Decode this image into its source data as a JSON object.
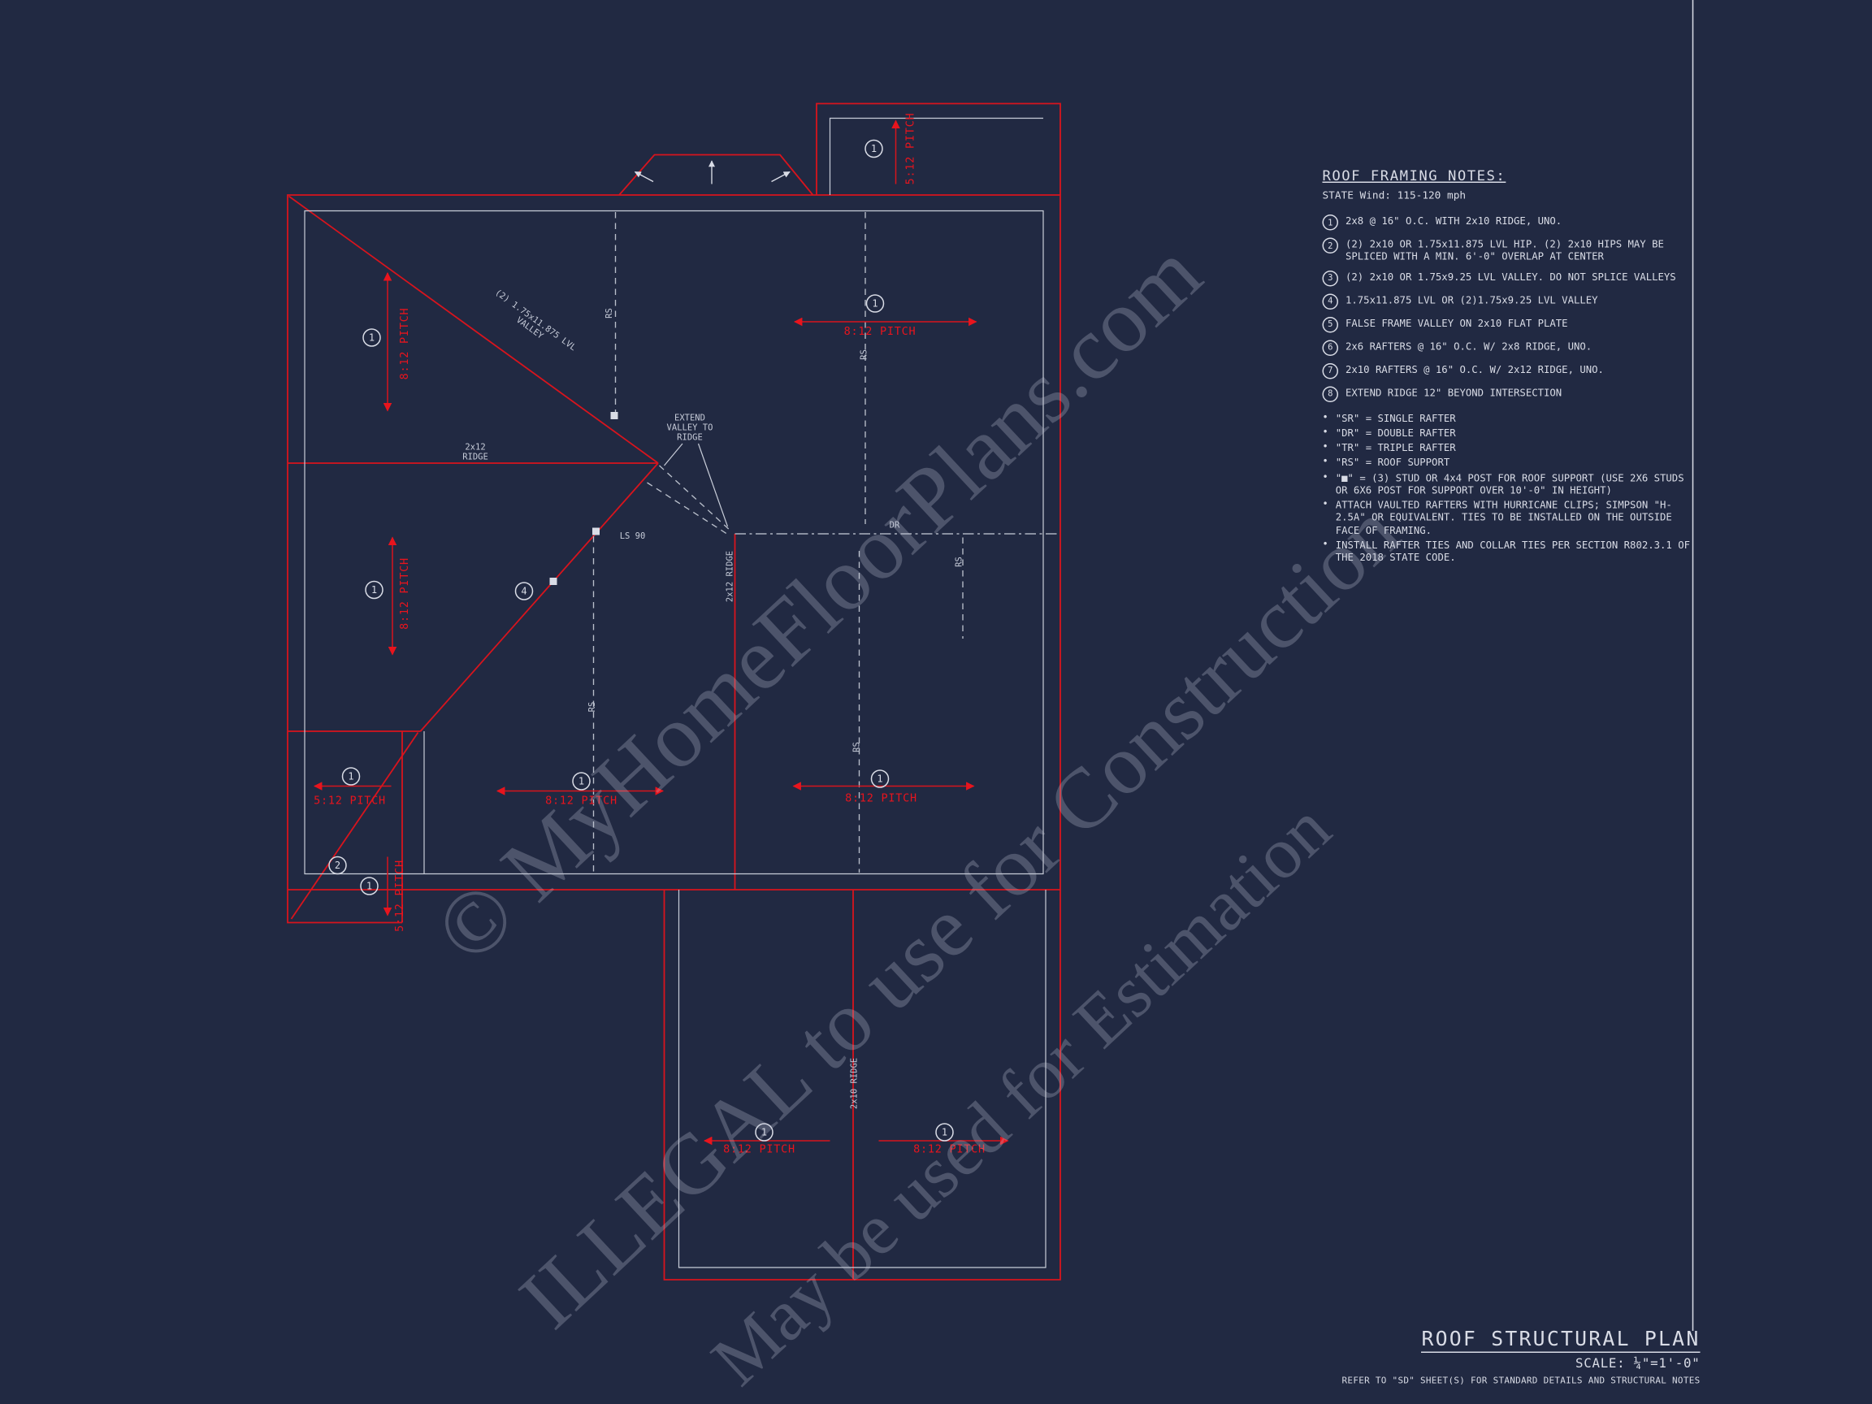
{
  "colors": {
    "background": "#212942",
    "red": "#e8141d",
    "white": "#d9dce6"
  },
  "watermark": {
    "line1": "© MyHomeFloorPlans.com",
    "line2": "ILLEGAL to use for Construction",
    "line3": "May be used for Estimation"
  },
  "notes": {
    "title": "ROOF FRAMING NOTES:",
    "subtitle": "STATE Wind: 115-120 mph",
    "numbered": [
      {
        "num": "1",
        "text": "2x8 @ 16\" O.C. WITH 2x10 RIDGE, UNO."
      },
      {
        "num": "2",
        "text": "(2) 2x10 OR 1.75x11.875 LVL HIP. (2) 2x10 HIPS MAY BE SPLICED WITH A MIN. 6'-0\" OVERLAP AT CENTER"
      },
      {
        "num": "3",
        "text": "(2) 2x10 OR 1.75x9.25 LVL VALLEY. DO NOT SPLICE VALLEYS"
      },
      {
        "num": "4",
        "text": "1.75x11.875 LVL OR (2)1.75x9.25 LVL VALLEY"
      },
      {
        "num": "5",
        "text": "FALSE FRAME VALLEY ON 2x10 FLAT PLATE"
      },
      {
        "num": "6",
        "text": "2x6 RAFTERS @ 16\" O.C. W/ 2x8 RIDGE, UNO."
      },
      {
        "num": "7",
        "text": "2x10 RAFTERS @ 16\" O.C. W/ 2x12 RIDGE, UNO."
      },
      {
        "num": "8",
        "text": "EXTEND RIDGE 12\" BEYOND INTERSECTION"
      }
    ],
    "bullets": [
      "\"SR\"  = SINGLE RAFTER",
      "\"DR\" = DOUBLE RAFTER",
      "\"TR\" = TRIPLE RAFTER",
      "\"RS\" = ROOF SUPPORT",
      "\"■\" = (3) STUD OR 4x4 POST FOR ROOF SUPPORT (USE 2X6 STUDS OR 6X6 POST FOR SUPPORT OVER 10'-0\" IN HEIGHT)",
      "ATTACH VAULTED RAFTERS WITH HURRICANE CLIPS; SIMPSON \"H-2.5A\" OR EQUIVALENT. TIES TO BE INSTALLED ON THE OUTSIDE FACE OF FRAMING.",
      "INSTALL RAFTER TIES AND COLLAR TIES PER SECTION R802.3.1 OF THE 2018 STATE CODE."
    ]
  },
  "title_block": {
    "title": "ROOF STRUCTURAL PLAN",
    "scale": "SCALE: ¼\"=1'-0\"",
    "note": "REFER TO \"SD\" SHEET(S) FOR STANDARD DETAILS AND STRUCTURAL NOTES"
  },
  "plan": {
    "labels": {
      "pitch_812": "8:12 PITCH",
      "pitch_512": "5:12 PITCH",
      "valley_line1": "(2) 1.75x11.875 LVL",
      "valley_line2": "VALLEY",
      "ridge_2x12_a": "2x12",
      "ridge_2x12_b": "RIDGE",
      "ridge_2x12_v": "2x12 RIDGE",
      "ridge_2x10_v": "2x10 RIDGE",
      "extend_1": "EXTEND",
      "extend_2": "VALLEY TO",
      "extend_3": "RIDGE",
      "ls90": "LS 90",
      "dr": "DR",
      "rs": "RS",
      "n1": "1",
      "n2": "2",
      "n4": "4"
    }
  }
}
